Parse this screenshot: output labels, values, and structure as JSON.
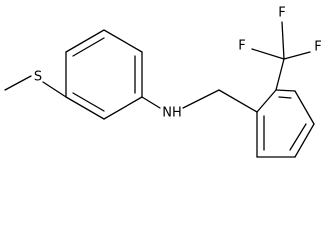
{
  "molecule": {
    "atoms": {
      "sulfur": "S",
      "amine": "NH",
      "fluorine_1": "F",
      "fluorine_2": "F",
      "fluorine_3": "F"
    },
    "colors": {
      "bond": "#000000",
      "label": "#000000",
      "background": "#ffffff"
    }
  }
}
